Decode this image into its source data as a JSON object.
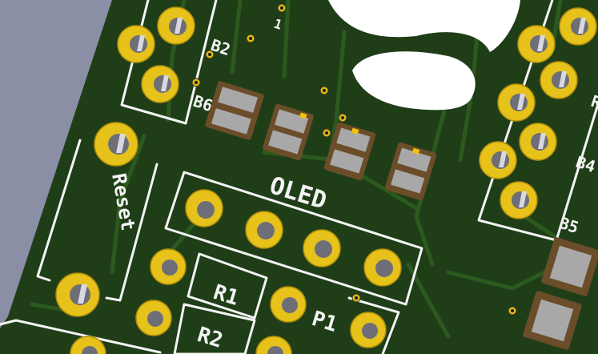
{
  "colors": {
    "background": "#8b8fa6",
    "board": "#1f3e18",
    "copper_pour": "#2a5220",
    "silkscreen": "#f4f4f4",
    "pad_gold": "#e6c21a",
    "smd_body": "#6b4d2a"
  },
  "silkscreen": {
    "b2": "B2",
    "b6": "B6",
    "b4": "B4",
    "b5": "B5",
    "reset": "Reset",
    "oled": "OLED",
    "r1": "R1",
    "r2": "R2",
    "p1": "P1",
    "r_partial": "R",
    "one": "1"
  }
}
